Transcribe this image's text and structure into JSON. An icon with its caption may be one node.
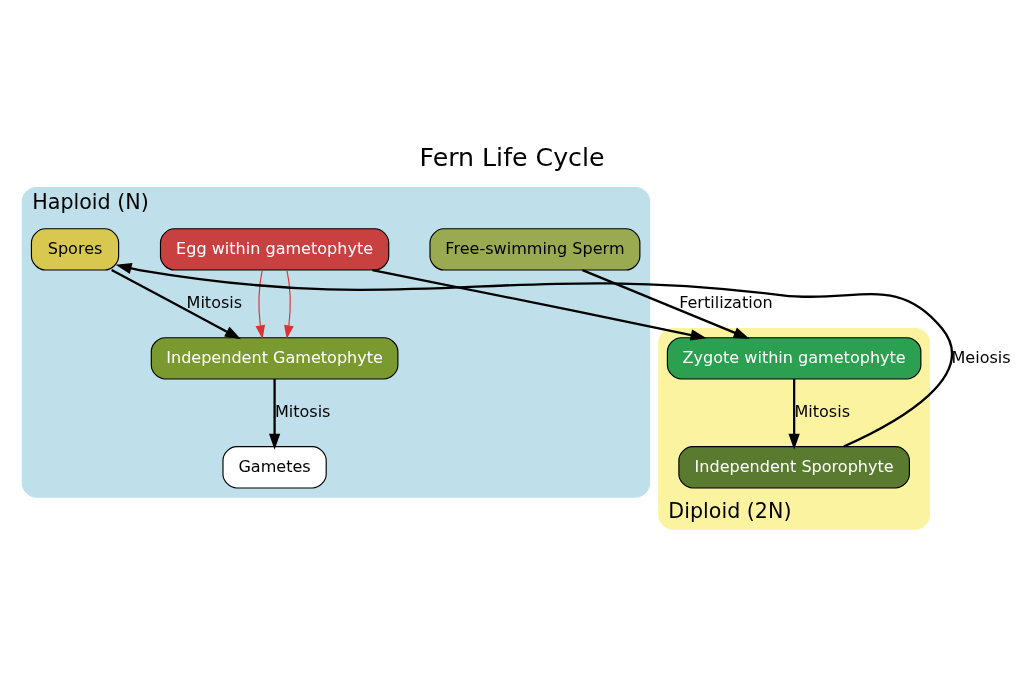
{
  "diagram": {
    "title": "Fern Life Cycle",
    "nodes": [
      {
        "text": [
          "Haploid (N)"
        ]
      },
      {
        "text": [
          "Spores"
        ],
        "in": 0
      },
      {
        "text": [
          "Independent Gametophyte"
        ],
        "in": 0
      },
      {
        "text": [
          "Gametes"
        ],
        "in": 0
      },
      {
        "text": [
          "Free-swimming Sperm"
        ],
        "in": 0
      },
      {
        "text": [
          "Egg within gametophyte"
        ],
        "in": 0
      },
      {
        "text": [
          "Diploid (2N)"
        ]
      },
      {
        "text": [
          "Zygote within gametophyte"
        ],
        "in": 6
      },
      {
        "text": [
          "Independent Sporophyte"
        ],
        "in": 6
      }
    ],
    "edges": [
      {
        "from": 1,
        "to": 2,
        "arrow": "to",
        "label": "Mitosis"
      },
      {
        "from": 2,
        "to": 3,
        "arrow": "to",
        "label": "Mitosis"
      },
      {
        "from": 5,
        "to": 2,
        "arrow": "to",
        "color": "#e03030"
      },
      {
        "from": 5,
        "to": 2,
        "arrow": "to",
        "color": "#e03030"
      },
      {
        "from": 4,
        "to": 7,
        "arrow": "to",
        "label": "Fertilization"
      },
      {
        "from": 5,
        "to": 7,
        "arrow": "to"
      },
      {
        "from": 7,
        "to": 8,
        "arrow": "to",
        "label": "Mitosis"
      },
      {
        "from": 8,
        "to": 1,
        "arrow": "to",
        "label": "Meiosis"
      }
    ]
  }
}
